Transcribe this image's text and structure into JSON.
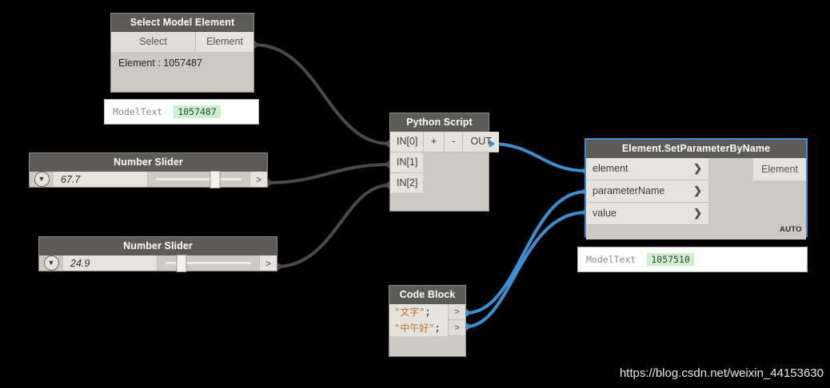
{
  "canvas": {
    "background": "#000000",
    "wire_default_color": "#4a4a48",
    "wire_highlight_color": "#3d8fd1"
  },
  "watermark": {
    "text": "https://blog.csdn.net/weixin_44153630"
  },
  "nodes": {
    "select_model_element": {
      "title": "Select Model Element",
      "select_button": "Select",
      "output_port": "Element",
      "body_text": "Element : 1057487",
      "preview": {
        "label": "ModelText",
        "value": "1057487"
      }
    },
    "slider_top": {
      "title": "Number Slider",
      "value": "67.7",
      "thumb_percent": 66,
      "output_arrow": ">",
      "expander_icon": "chevron-down-icon"
    },
    "slider_bottom": {
      "title": "Number Slider",
      "value": "24.9",
      "thumb_percent": 24,
      "output_arrow": ">",
      "expander_icon": "chevron-down-icon"
    },
    "python_script": {
      "title": "Python Script",
      "inputs": [
        "IN[0]",
        "IN[1]",
        "IN[2]"
      ],
      "add_button": "+",
      "remove_button": "-",
      "output_port": "OUT"
    },
    "code_block": {
      "title": "Code Block",
      "lines": [
        {
          "string": "\"文字\"",
          "punct": ";",
          "port": ">"
        },
        {
          "string": "\"中午好\"",
          "punct": ";",
          "port": ">"
        }
      ]
    },
    "set_parameter": {
      "title": "Element.SetParameterByName",
      "inputs": [
        "element",
        "parameterName",
        "value"
      ],
      "chevron": "❯",
      "output_port": "Element",
      "run_mode_badge": "AUTO",
      "selected": true,
      "preview": {
        "label": "ModelText",
        "value": "1057510"
      }
    }
  }
}
